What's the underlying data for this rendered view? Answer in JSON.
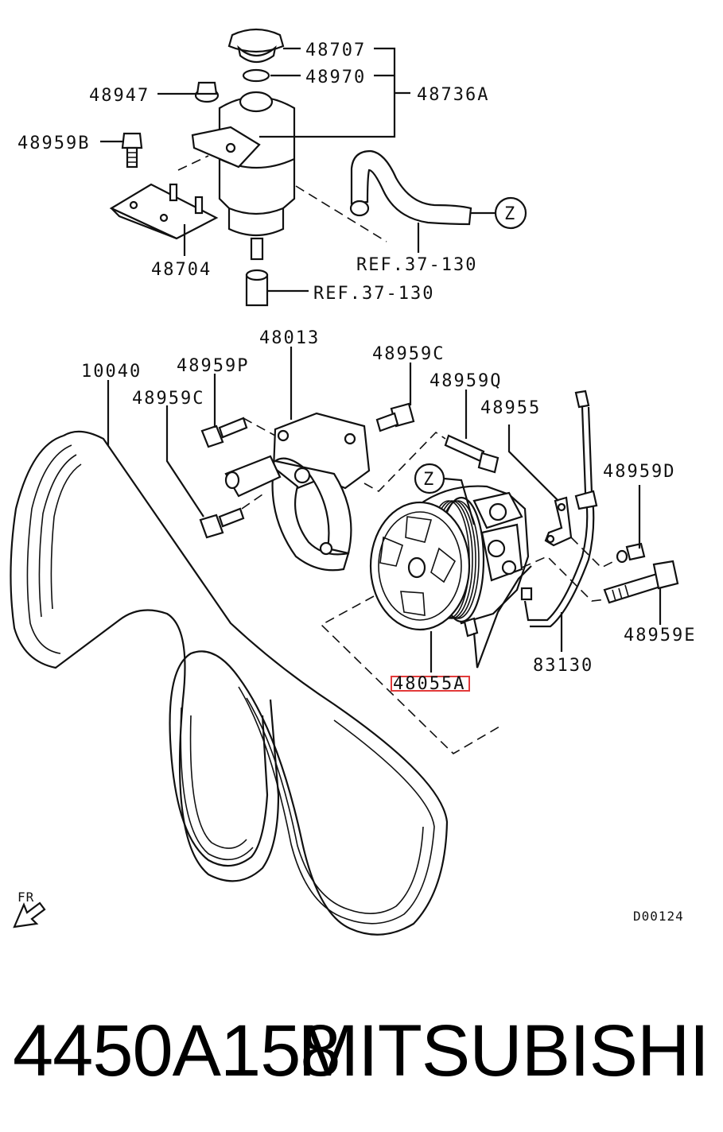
{
  "diagram": {
    "callouts": {
      "p48707": "48707",
      "p48970": "48970",
      "p48736a": "48736A",
      "p48947": "48947",
      "p48959b": "48959B",
      "p48704": "48704",
      "ref1": "REF.37-130",
      "ref2": "REF.37-130",
      "zone_z_top": "Z",
      "p48013": "48013",
      "p10040": "10040",
      "p48959p": "48959P",
      "p48959c_top": "48959C",
      "p48959c_left": "48959C",
      "p48959q": "48959Q",
      "p48955": "48955",
      "p48959d": "48959D",
      "zone_z_pump": "Z",
      "p48959e": "48959E",
      "p83130": "83130",
      "p48055a": "48055A"
    },
    "front_label": "FR",
    "drawing_code": "D00124",
    "highlight_color": "#e23a3a"
  },
  "footer": {
    "part_number": "4450A158",
    "brand": "MITSUBISHI"
  }
}
